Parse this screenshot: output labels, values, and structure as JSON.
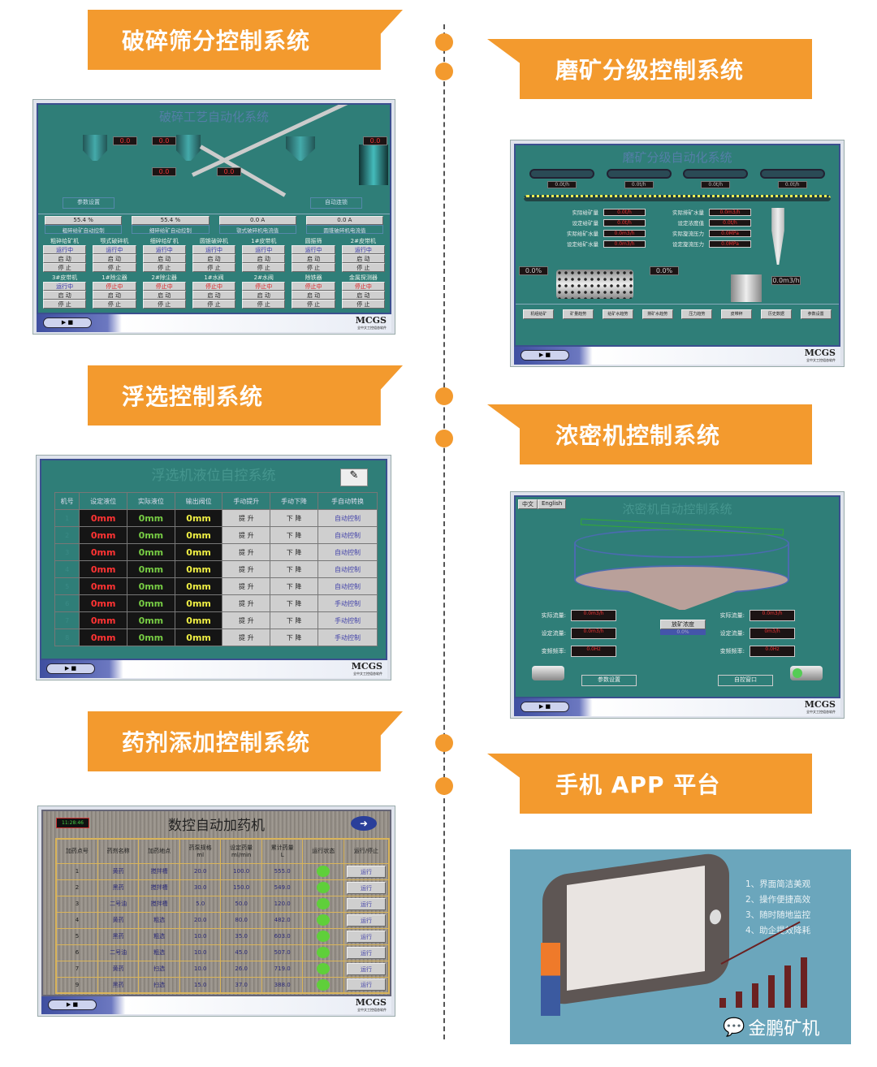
{
  "colors": {
    "accent": "#f39a2e",
    "screen": "#2f7e78",
    "app_bg": "#6ba6bc"
  },
  "sections": {
    "crushing": "破碎筛分控制系统",
    "grinding": "磨矿分级控制系统",
    "flotation": "浮选控制系统",
    "thickener": "浓密机控制系统",
    "dosing": "药剂添加控制系统",
    "app": "手机 APP 平台"
  },
  "mcgs": {
    "logo": "MCGS",
    "sub": "全中文工控组态软件",
    "play": "▶ ■"
  },
  "crushing": {
    "title": "破碎工艺自动化系统",
    "readouts": [
      "0.0",
      "0.0",
      "0.0",
      "0.0",
      "0.0"
    ],
    "param_button": "参数设置",
    "interlock_button": "自动连锁",
    "gauges": [
      {
        "value": "55.4 %",
        "label": "粗碎给矿自动控制"
      },
      {
        "value": "55.4 %",
        "label": "细碎给矿自动控制"
      },
      {
        "value": "0.0 A",
        "label": "颚式破碎机电流值"
      },
      {
        "value": "0.0 A",
        "label": "圆锥破碎机电流值"
      }
    ],
    "start": "启  动",
    "stop": "停  止",
    "equipment": [
      {
        "name": "粗碎给矿机",
        "status": "运行中"
      },
      {
        "name": "颚式破碎机",
        "status": "运行中"
      },
      {
        "name": "细碎给矿机",
        "status": "运行中"
      },
      {
        "name": "圆锥破碎机",
        "status": "运行中"
      },
      {
        "name": "1#皮带机",
        "status": "运行中"
      },
      {
        "name": "圆振筛",
        "status": "运行中"
      },
      {
        "name": "2#皮带机",
        "status": "运行中"
      },
      {
        "name": "3#皮带机",
        "status": "运行中"
      },
      {
        "name": "1#除尘器",
        "status": "停止中"
      },
      {
        "name": "2#除尘器",
        "status": "停止中"
      },
      {
        "name": "1#水阀",
        "status": "停止中"
      },
      {
        "name": "2#水阀",
        "status": "停止中"
      },
      {
        "name": "除铁器",
        "status": "停止中"
      },
      {
        "name": "金属探测器",
        "status": "停止中"
      }
    ]
  },
  "grinding": {
    "title": "磨矿分级自动化系统",
    "belt_readouts": [
      "0.0t/h",
      "0.0t/h",
      "0.0t/h",
      "0.0t/h"
    ],
    "left": [
      {
        "label": "实际给矿量",
        "value": "0.0t/h"
      },
      {
        "label": "设定给矿量",
        "value": "0.0t/h"
      },
      {
        "label": "实际给矿水量",
        "value": "0.0m3/h"
      },
      {
        "label": "设定给矿水量",
        "value": "0.0m3/h"
      }
    ],
    "right": [
      {
        "label": "实际排矿水量",
        "value": "0.0m3/h"
      },
      {
        "label": "设定浓度值",
        "value": "0.0t/h"
      },
      {
        "label": "实际旋流压力",
        "value": "0.0MPa"
      },
      {
        "label": "设定旋流压力",
        "value": "0.0MPa"
      }
    ],
    "mill_in": "0.0%",
    "mill_out": "0.0%",
    "tank": "0.0m3/h",
    "buttons": [
      "机组给矿",
      "矿量趋势",
      "给矿水趋势",
      "排矿水趋势",
      "压力趋势",
      "皮带秤",
      "历史数据",
      "参数设置"
    ]
  },
  "flotation": {
    "title": "浮选机液位自控系统",
    "headers": [
      "机号",
      "设定液位",
      "实际液位",
      "输出阀位",
      "手动提升",
      "手动下降",
      "手自动转换"
    ],
    "raise": "提  升",
    "lower": "下  降",
    "rows": [
      {
        "no": "1",
        "set": "0mm",
        "actual": "0mm",
        "valve": "0mm",
        "mode": "自动控制"
      },
      {
        "no": "2",
        "set": "0mm",
        "actual": "0mm",
        "valve": "0mm",
        "mode": "自动控制"
      },
      {
        "no": "3",
        "set": "0mm",
        "actual": "0mm",
        "valve": "0mm",
        "mode": "自动控制"
      },
      {
        "no": "4",
        "set": "0mm",
        "actual": "0mm",
        "valve": "0mm",
        "mode": "自动控制"
      },
      {
        "no": "5",
        "set": "0mm",
        "actual": "0mm",
        "valve": "0mm",
        "mode": "自动控制"
      },
      {
        "no": "6",
        "set": "0mm",
        "actual": "0mm",
        "valve": "0mm",
        "mode": "手动控制"
      },
      {
        "no": "7",
        "set": "0mm",
        "actual": "0mm",
        "valve": "0mm",
        "mode": "手动控制"
      },
      {
        "no": "8",
        "set": "0mm",
        "actual": "0mm",
        "valve": "0mm",
        "mode": "手动控制"
      }
    ]
  },
  "thickener": {
    "title": "浓密机自动控制系统",
    "lang_cn": "中文",
    "lang_en": "English",
    "fields": [
      {
        "label": "实际流量:",
        "left": "0.0m3/h",
        "right": "0.0m3/h"
      },
      {
        "label": "设定流量:",
        "left": "0.0m3/h",
        "right": "0m3/h"
      },
      {
        "label": "变频频率:",
        "left": "0.0Hz",
        "right": "0.0Hz"
      }
    ],
    "density_label": "放矿浓度",
    "density_value": "0.0%",
    "param_button": "参数设置",
    "auto_button": "自控窗口"
  },
  "dosing": {
    "title": "数控自动加药机",
    "clock": "11:28:46",
    "headers": [
      "加药点号",
      "药剂名称",
      "加药地点",
      "药泵规格\nml",
      "设定药量\nml/min",
      "累计药量\nL",
      "运行状态",
      "运行/停止"
    ],
    "run": "运行",
    "rows": [
      {
        "no": "1",
        "name": "黄药",
        "place": "搅拌槽",
        "pump": "20.0",
        "set": "100.0",
        "total": "555.0"
      },
      {
        "no": "2",
        "name": "黑药",
        "place": "搅拌槽",
        "pump": "30.0",
        "set": "150.0",
        "total": "549.0"
      },
      {
        "no": "3",
        "name": "二号油",
        "place": "搅拌槽",
        "pump": "5.0",
        "set": "50.0",
        "total": "120.0"
      },
      {
        "no": "4",
        "name": "黄药",
        "place": "粗选",
        "pump": "20.0",
        "set": "80.0",
        "total": "482.0"
      },
      {
        "no": "5",
        "name": "黑药",
        "place": "粗选",
        "pump": "10.0",
        "set": "35.0",
        "total": "603.0"
      },
      {
        "no": "6",
        "name": "二号油",
        "place": "粗选",
        "pump": "10.0",
        "set": "45.0",
        "total": "507.0"
      },
      {
        "no": "7",
        "name": "黄药",
        "place": "扫选",
        "pump": "10.0",
        "set": "26.0",
        "total": "719.0"
      },
      {
        "no": "9",
        "name": "黑药",
        "place": "扫选",
        "pump": "15.0",
        "set": "37.0",
        "total": "388.0"
      }
    ]
  },
  "app": {
    "features": [
      "1、界面简洁美观",
      "2、操作便捷高效",
      "3、随时随地监控",
      "4、助企提效降耗"
    ],
    "brand": "金鹏矿机",
    "growth_bars": [
      1,
      1.6,
      2.4,
      3.2,
      4.2,
      5
    ]
  }
}
